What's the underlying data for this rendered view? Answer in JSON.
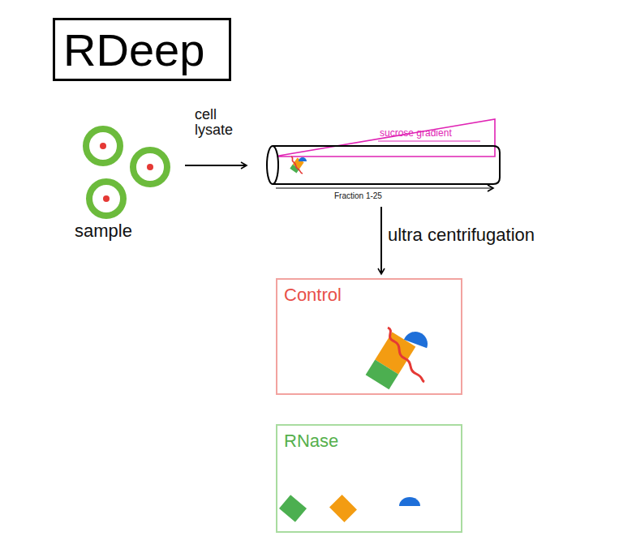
{
  "diagram": {
    "title": "RDeep",
    "nodes": [
      {
        "text": [
          "Control"
        ]
      },
      {
        "text": [
          "RNase"
        ]
      }
    ],
    "labels": [
      "cell lysate",
      "sample",
      "sucrose gradient",
      "Fraction 1-25",
      "ultra centrifugation"
    ]
  }
}
